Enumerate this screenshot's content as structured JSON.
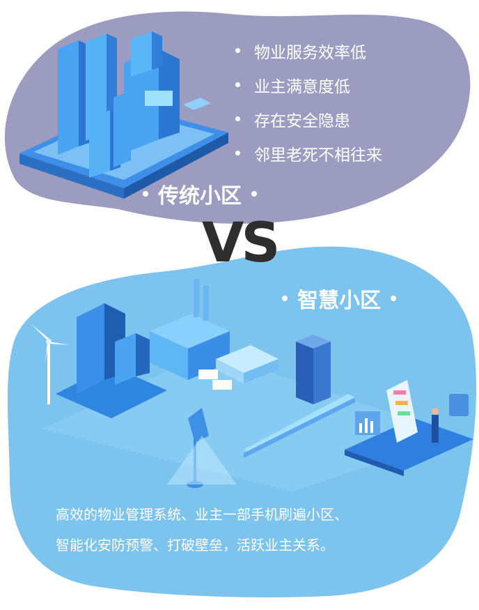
{
  "traditional": {
    "title": "传统小区",
    "points": [
      "物业服务效率低",
      "业主满意度低",
      "存在安全隐患",
      "邻里老死不相往来"
    ]
  },
  "vs_label": "VS",
  "smart": {
    "title": "智慧小区",
    "description_lines": [
      "高效的物业管理系统、业主一部手机刷遍小区、",
      "智能化安防预警、打破壁垒，活跃业主关系。"
    ]
  },
  "colors": {
    "top_blob": "#9c9cc0",
    "bottom_blob": "#7cc3ee",
    "text": "#ffffff",
    "vs": "#2e2e2e",
    "building_blue": "#3d8fe8"
  },
  "icons": [
    "city-buildings-illustration",
    "smart-community-illustration",
    "wind-turbine-icon",
    "smartphone-icon",
    "bar-chart-icon",
    "street-lamp-icon"
  ]
}
